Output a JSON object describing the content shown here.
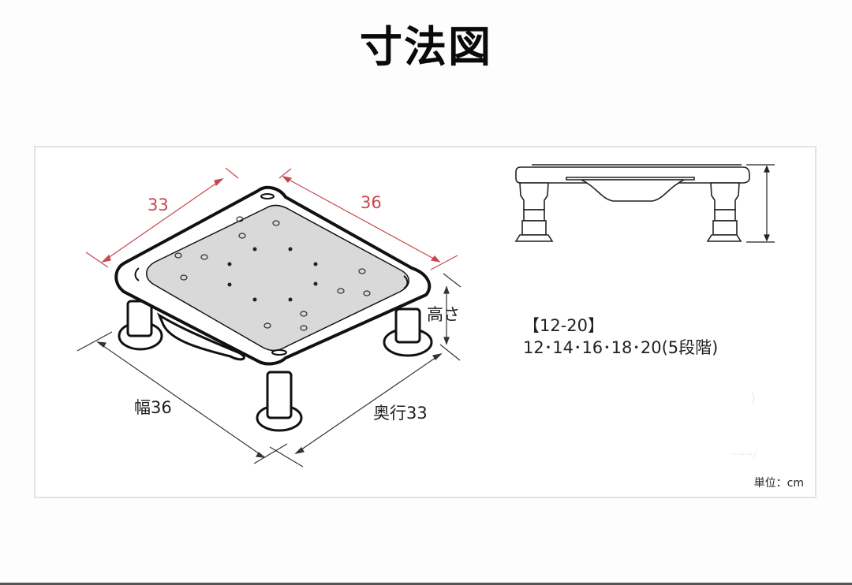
{
  "header": {
    "title": "寸法図"
  },
  "diagram": {
    "top_dimensions": {
      "left_edge_value": "33",
      "right_edge_value": "36"
    },
    "height_label": "高さ",
    "width_label": "幅36",
    "depth_label": "奥行33",
    "colors": {
      "top_dimension_color": "#c8474e",
      "line_color": "#1a1a1a",
      "seat_fill": "#d9d9d9",
      "panel_border": "#e3e3e3"
    }
  },
  "specs": {
    "model_range": "【12-20】",
    "heights": "12･14･16･18･20(5段階)"
  },
  "footer": {
    "unit": "単位：cm"
  },
  "ghost_marks": {
    "paren": ")",
    "scribble": "~~~/"
  }
}
